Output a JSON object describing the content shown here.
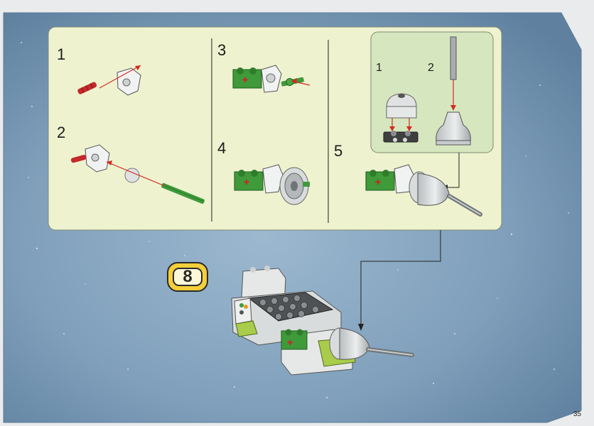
{
  "instruction_page": {
    "steps": [
      {
        "number": "1"
      },
      {
        "number": "2"
      },
      {
        "number": "3"
      },
      {
        "number": "4"
      },
      {
        "number": "5"
      }
    ],
    "substeps": [
      {
        "number": "1"
      },
      {
        "number": "2"
      }
    ],
    "multiplier_badge": "8",
    "page_number": "35"
  },
  "colors": {
    "background_blue": "#7d9fba",
    "callout_fill": "#eef2cf",
    "brick_green": "#3f9a3a",
    "brick_lime": "#a9cc4a",
    "brick_red": "#c4292b",
    "brick_light_gray": "#d9dcdc",
    "brick_dark_gray": "#55585a",
    "badge_yellow": "#f4cf3a"
  }
}
